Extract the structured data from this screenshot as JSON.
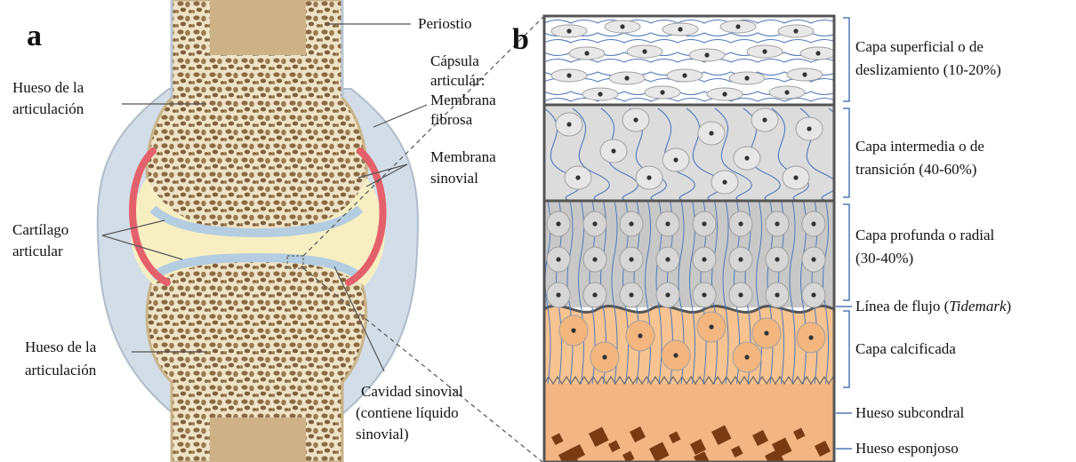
{
  "panel_a": {
    "letter": "a",
    "labels": {
      "periostio": "Periostio",
      "hueso_top_1": "Hueso de la",
      "hueso_top_2": "articulación",
      "capsula_1": "Cápsula",
      "capsula_2": "articulár:",
      "capsula_3": "Membrana",
      "capsula_4": "fibrosa",
      "membrana_1": "Membrana",
      "membrana_2": "sinovial",
      "cartilago_1": "Cartílago",
      "cartilago_2": "articular",
      "hueso_bottom_1": "Hueso de la",
      "hueso_bottom_2": "articulación",
      "cavidad_1": "Cavidad sinovial",
      "cavidad_2": "(contiene líquido",
      "cavidad_3": "sinovial)"
    }
  },
  "panel_b": {
    "letter": "b",
    "layers": {
      "superficial_1": "Capa superficial o  de",
      "superficial_2": "deslizamiento (10-20%)",
      "intermedia_1": "Capa intermedia o de",
      "intermedia_2": "transición (40-60%)",
      "profunda_1": "Capa profunda o radial",
      "profunda_2": "(30-40%)",
      "tidemark_prefix": "Línea de flujo (",
      "tidemark_italic": "Tidemark",
      "tidemark_suffix": ")",
      "calcificada": "Capa calcificada",
      "subcondral": "Hueso subcondral",
      "esponjoso": "Hueso esponjoso"
    }
  },
  "colors": {
    "bone": "#e9dcbc",
    "bone_shaft": "#d8c49a",
    "trabecular": "#8a6a44",
    "capsule": "#c9d5e2",
    "cartilage_blue": "#b5cde0",
    "synovial_fluid": "#f7efc2",
    "synovial_membrane": "#e4606a",
    "fiber_blue": "#5079b8",
    "layer_superficial": "#ffffff",
    "layer_intermedia": "#dcdcdc",
    "layer_profunda": "#c8c8c8",
    "layer_calcificada": "#f6c391",
    "layer_subcondral": "#f3b583",
    "esponjoso_brown": "#7a3a12"
  }
}
